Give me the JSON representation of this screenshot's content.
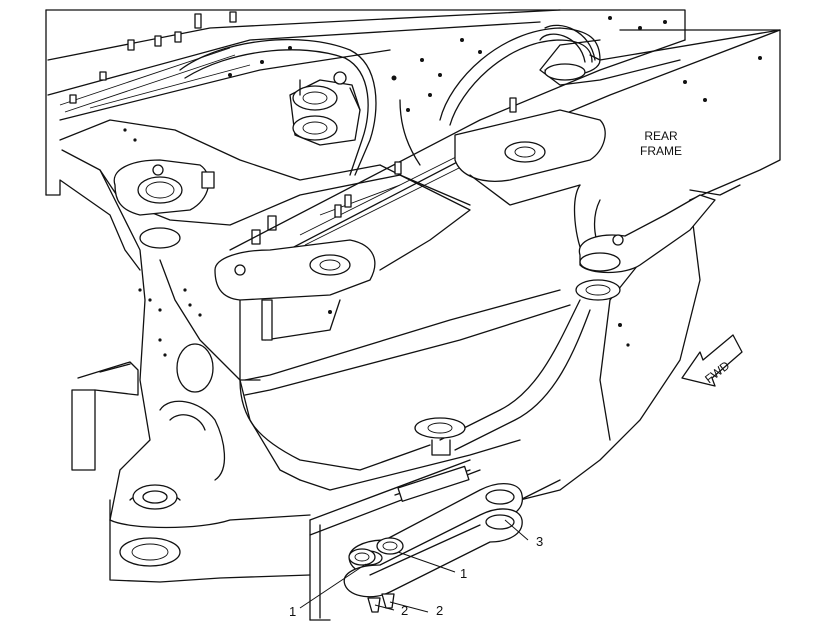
{
  "labels": {
    "rear_frame_line1": "REAR",
    "rear_frame_line2": "FRAME",
    "fwd_arrow": "FWD"
  },
  "callouts": {
    "item_1_upper": "1",
    "item_1_lower": "1",
    "item_2_left": "2",
    "item_2_right": "2",
    "item_3": "3"
  },
  "colors": {
    "line": "#111111",
    "background": "#ffffff"
  }
}
